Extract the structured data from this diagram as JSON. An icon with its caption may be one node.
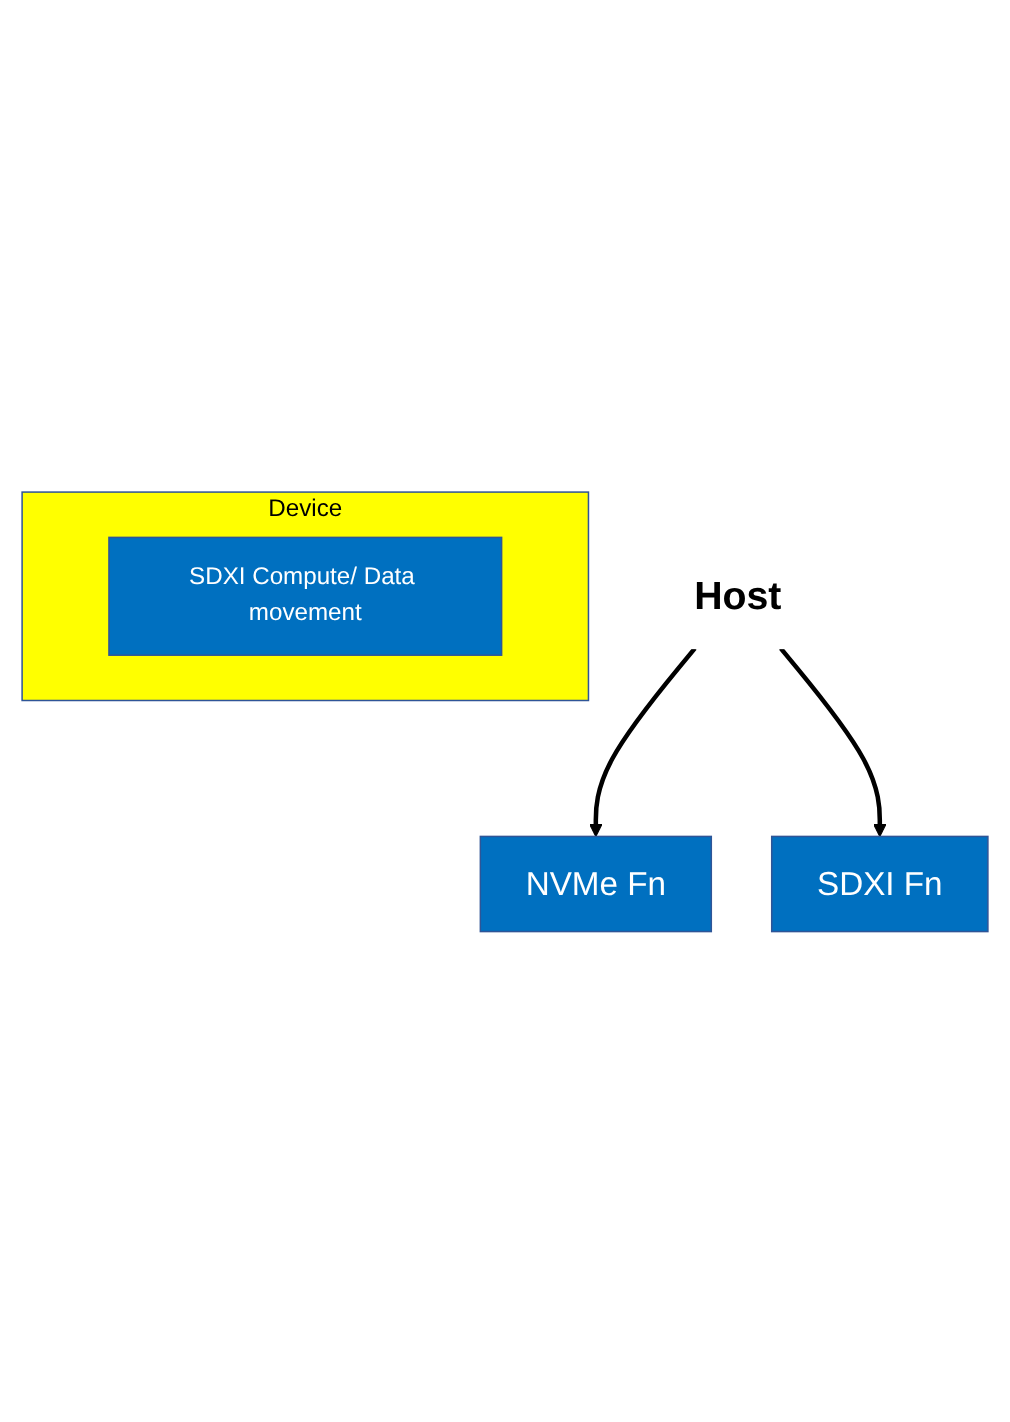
{
  "diagram": {
    "nodes": [
      {
        "text": [
          "Host"
        ]
      },
      {
        "text": [
          "NVMe Fn"
        ]
      },
      {
        "text": [
          "SDXI Fn"
        ]
      },
      {
        "text": [
          "Device"
        ]
      },
      {
        "text": [
          "SDXI Compute/ Data movement"
        ],
        "in": 3
      }
    ],
    "edges": [
      {
        "from": 0,
        "to": 1,
        "arrow": "to"
      },
      {
        "from": 0,
        "to": 2,
        "arrow": "to"
      }
    ]
  }
}
